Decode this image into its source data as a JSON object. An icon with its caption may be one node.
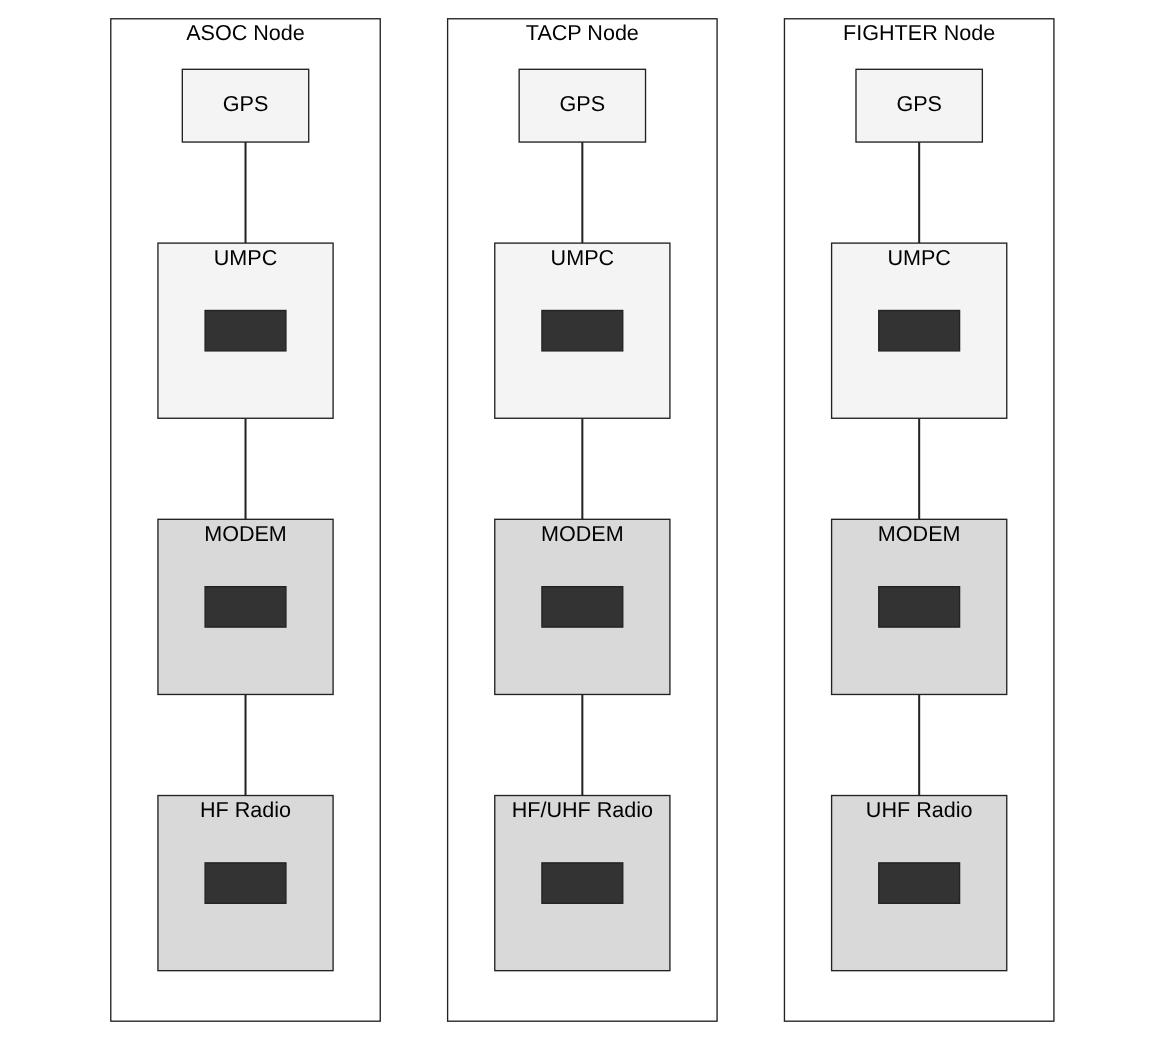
{
  "diagram": {
    "nodes": [
      {
        "text": [
          "FIGHTER Node"
        ]
      },
      {
        "text": [
          "GPS"
        ],
        "in": 0
      },
      {
        "text": [
          "UMPC"
        ],
        "in": 0
      },
      {
        "text": [],
        "shape": "bar",
        "in": 2
      },
      {
        "text": [
          "MODEM"
        ],
        "in": 0
      },
      {
        "text": [],
        "shape": "bar",
        "in": 4
      },
      {
        "text": [
          "UHF Radio"
        ],
        "in": 0
      },
      {
        "text": [],
        "shape": "bar",
        "in": 6
      },
      {
        "text": [
          "TACP Node"
        ]
      },
      {
        "text": [
          "GPS"
        ],
        "in": 8
      },
      {
        "text": [
          "UMPC"
        ],
        "in": 8
      },
      {
        "text": [],
        "shape": "bar",
        "in": 10
      },
      {
        "text": [
          "MODEM"
        ],
        "in": 8
      },
      {
        "text": [],
        "shape": "bar",
        "in": 12
      },
      {
        "text": [
          "HF/UHF Radio"
        ],
        "in": 8
      },
      {
        "text": [],
        "shape": "bar",
        "in": 14
      },
      {
        "text": [
          "ASOC Node"
        ]
      },
      {
        "text": [
          "GPS"
        ],
        "in": 16
      },
      {
        "text": [
          "UMPC"
        ],
        "in": 16
      },
      {
        "text": [],
        "shape": "bar",
        "in": 18
      },
      {
        "text": [
          "MODEM"
        ],
        "in": 16
      },
      {
        "text": [],
        "shape": "bar",
        "in": 20
      },
      {
        "text": [
          "HF Radio"
        ],
        "in": 16
      },
      {
        "text": [],
        "shape": "bar",
        "in": 22
      }
    ],
    "edges": [
      {
        "from": 1,
        "to": 2,
        "arrow": "none"
      },
      {
        "from": 2,
        "to": 4,
        "arrow": "none"
      },
      {
        "from": 4,
        "to": 6,
        "arrow": "none"
      },
      {
        "from": 9,
        "to": 10,
        "arrow": "none"
      },
      {
        "from": 10,
        "to": 12,
        "arrow": "none"
      },
      {
        "from": 12,
        "to": 14,
        "arrow": "none"
      },
      {
        "from": 17,
        "to": 18,
        "arrow": "none"
      },
      {
        "from": 18,
        "to": 20,
        "arrow": "none"
      },
      {
        "from": 20,
        "to": 22,
        "arrow": "none"
      }
    ]
  }
}
